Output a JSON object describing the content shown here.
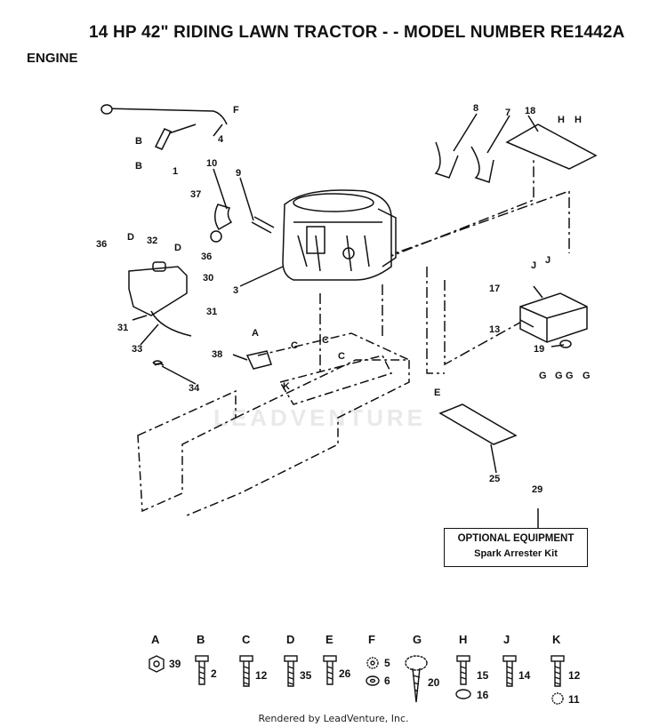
{
  "header": {
    "title": "14 HP 42\" RIDING LAWN TRACTOR - - MODEL NUMBER RE1442A",
    "section": "ENGINE"
  },
  "watermark": "LEADVENTURE",
  "callouts": [
    "1",
    "3",
    "4",
    "7",
    "8",
    "9",
    "10",
    "13",
    "17",
    "18",
    "19",
    "25",
    "29",
    "30",
    "31",
    "31",
    "32",
    "33",
    "34",
    "36",
    "36",
    "37",
    "38"
  ],
  "ref_letters": [
    "F",
    "B",
    "B",
    "H",
    "H",
    "D",
    "D",
    "J",
    "J",
    "A",
    "C",
    "C",
    "C",
    "K",
    "E",
    "G",
    "G",
    "G",
    "G"
  ],
  "optional_equipment": {
    "title": "OPTIONAL EQUIPMENT",
    "item": "Spark Arrester Kit"
  },
  "hardware": [
    {
      "letter": "A",
      "items": [
        "39"
      ]
    },
    {
      "letter": "B",
      "items": [
        "2"
      ]
    },
    {
      "letter": "C",
      "items": [
        "12"
      ]
    },
    {
      "letter": "D",
      "items": [
        "35"
      ]
    },
    {
      "letter": "E",
      "items": [
        "26"
      ]
    },
    {
      "letter": "F",
      "items": [
        "5",
        "6"
      ]
    },
    {
      "letter": "G",
      "items": [
        "20"
      ]
    },
    {
      "letter": "H",
      "items": [
        "15",
        "16"
      ]
    },
    {
      "letter": "J",
      "items": [
        "14"
      ]
    },
    {
      "letter": "K",
      "items": [
        "12",
        "11"
      ]
    }
  ],
  "footer": "Rendered by LeadVenture, Inc."
}
